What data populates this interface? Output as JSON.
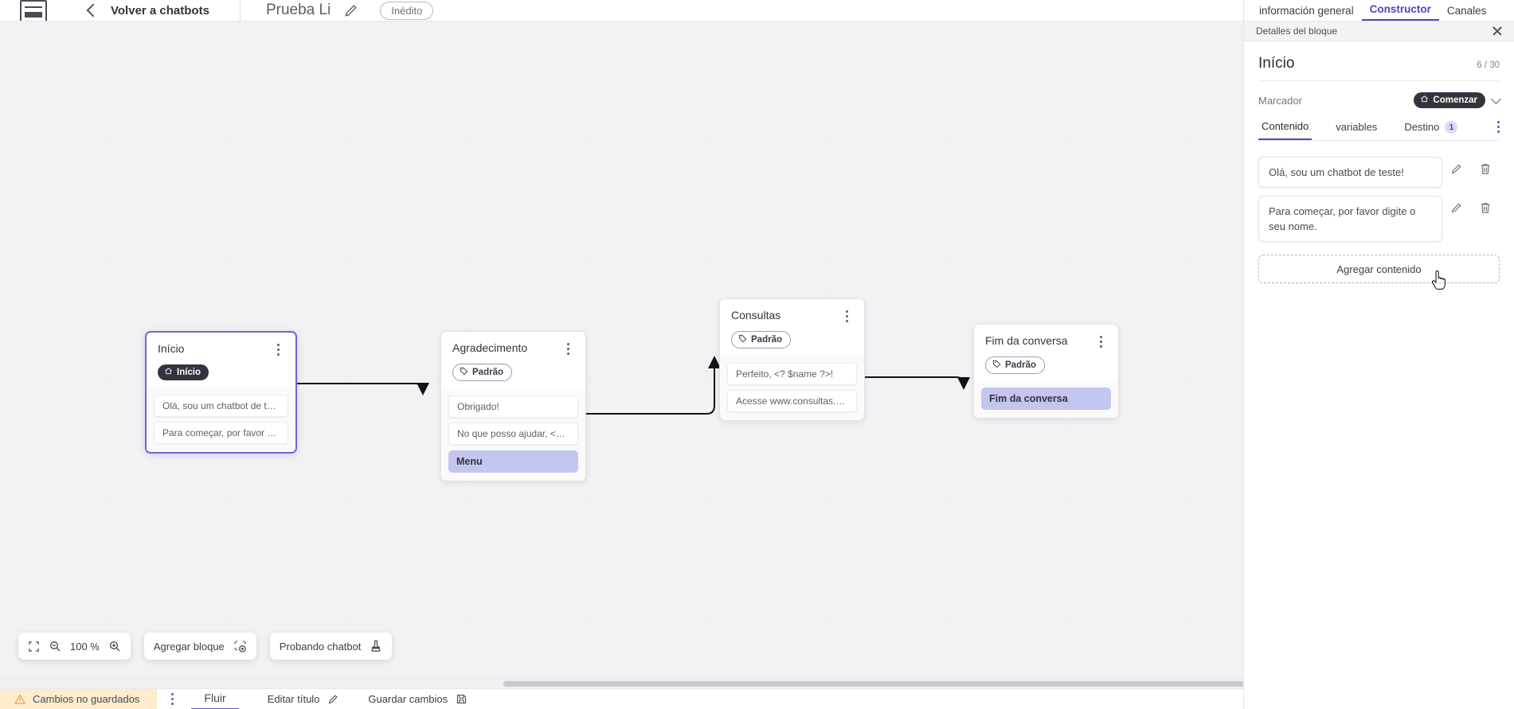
{
  "topbar": {
    "logo_icon": "vtex-logo-icon",
    "back_icon": "chevron-left-icon",
    "back_label": "Volver a chatbots",
    "doc_title": "Prueba Li",
    "edit_icon": "pencil-icon",
    "status_pill": "Inédito"
  },
  "canvas": {
    "nodes": [
      {
        "title": "Início",
        "tag": "Início",
        "tag_icon": "home-icon",
        "tag_style": "dark",
        "selected": true,
        "messages": [
          "Olá, sou um chatbot de teste!",
          "Para começar, por favor digite o ..."
        ],
        "chips": []
      },
      {
        "title": "Agradecimento",
        "tag": "Padrão",
        "tag_icon": "tag-icon",
        "tag_style": "light",
        "selected": false,
        "messages": [
          "Obrigado!",
          "No que posso ajudar, <? $name ..."
        ],
        "chips": [
          "Menu"
        ]
      },
      {
        "title": "Consultas",
        "tag": "Padrão",
        "tag_icon": "tag-icon",
        "tag_style": "light",
        "selected": false,
        "messages": [
          "Perfeito, <? $name ?>!",
          "Acesse www.consultas.com par..."
        ],
        "chips": []
      },
      {
        "title": "Fim da conversa",
        "tag": "Padrão",
        "tag_icon": "tag-icon",
        "tag_style": "light",
        "selected": false,
        "messages": [],
        "chips": [
          "Fim da conversa"
        ]
      }
    ],
    "toolbar": {
      "fit_icon": "fit-screen-icon",
      "zoom_out_icon": "zoom-out-icon",
      "zoom_level": "100 %",
      "zoom_in_icon": "zoom-in-icon",
      "add_block_label": "Agregar bloque",
      "add_block_icon": "add-block-icon",
      "test_label": "Probando chatbot",
      "test_icon": "flask-icon"
    }
  },
  "bottombar": {
    "warning_icon": "warning-icon",
    "unsaved_label": "Cambios no guardados",
    "kebab_icon": "kebab-icon",
    "tab_label": "Fluir",
    "edit_title_label": "Editar título",
    "edit_title_icon": "pencil-icon",
    "save_label": "Guardar cambios",
    "save_icon": "save-icon"
  },
  "panel": {
    "tabs": [
      {
        "label": "información general",
        "active": false
      },
      {
        "label": "Constructor",
        "active": true
      },
      {
        "label": "Canales",
        "active": false
      }
    ],
    "header_label": "Detalles del bloque",
    "close_icon": "close-icon",
    "block_title": "Início",
    "char_count": "6 / 30",
    "marker_label": "Marcador",
    "marker_value": "Comenzar",
    "marker_icon": "home-icon",
    "marker_chevron": "chevron-down-icon",
    "content_tabs": [
      {
        "label": "Contenido",
        "active": true,
        "badge": ""
      },
      {
        "label": "variables",
        "active": false,
        "badge": ""
      },
      {
        "label": "Destino",
        "active": false,
        "badge": "1"
      }
    ],
    "content_kebab": "kebab-icon",
    "contents": [
      {
        "text": "Olá, sou um chatbot de teste!",
        "edit_icon": "pencil-icon",
        "delete_icon": "trash-icon"
      },
      {
        "text": "Para começar, por favor digite o seu nome.",
        "edit_icon": "pencil-icon",
        "delete_icon": "trash-icon"
      }
    ],
    "add_content_label": "Agregar contenido"
  },
  "colors": {
    "accent": "#4f46c4",
    "selected_border": "#7b61d6",
    "chip": "#c3c6ef",
    "dark_tag": "#33343f",
    "warning_bg": "#fdeccd",
    "canvas_bg": "#f2f2f4"
  }
}
